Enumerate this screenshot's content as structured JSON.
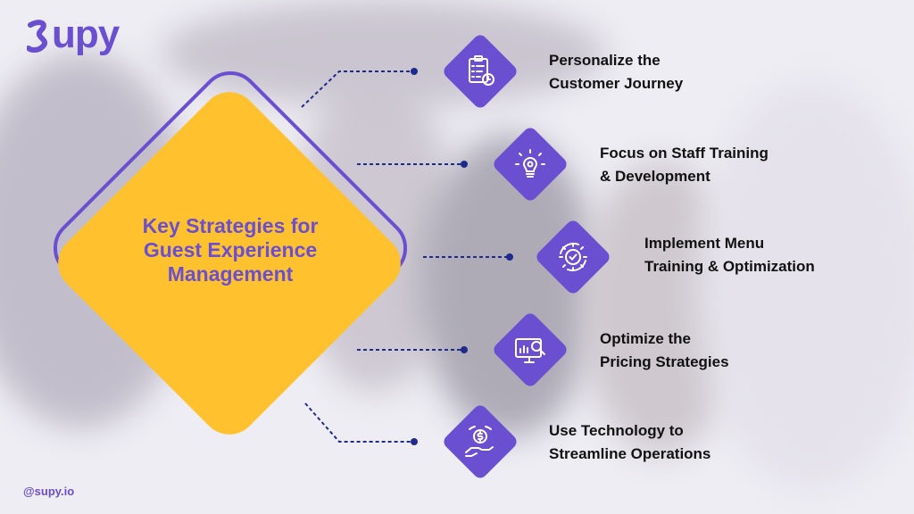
{
  "brand": {
    "name": "upy",
    "handle": "@supy.io",
    "color": "#6a4fd0"
  },
  "center": {
    "title_lines": [
      "Key Strategies for",
      "Guest Experience",
      "Management"
    ]
  },
  "strategies": [
    {
      "line1": "Personalize the",
      "line2": "Customer Journey",
      "icon": "checklist-clock-icon"
    },
    {
      "line1": "Focus on Staff Training",
      "line2": "& Development",
      "icon": "lightbulb-gear-icon"
    },
    {
      "line1": "Implement Menu",
      "line2": "Training & Optimization",
      "icon": "gear-check-icon"
    },
    {
      "line1": "Optimize the",
      "line2": "Pricing Strategies",
      "icon": "monitor-chart-magnifier-icon"
    },
    {
      "line1": "Use Technology to",
      "line2": "Streamline Operations",
      "icon": "hand-dollar-coin-icon"
    }
  ],
  "colors": {
    "accent": "#6a4fd0",
    "yellow": "#ffc12e",
    "connector": "#1f2a8a"
  }
}
